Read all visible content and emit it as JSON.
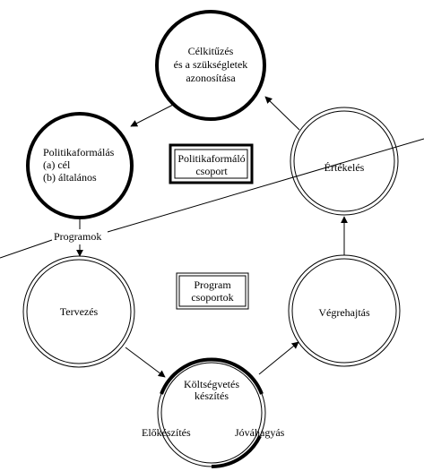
{
  "nodes": {
    "celkituzes": [
      "Célkitűzés",
      "és a szükségletek",
      "azonosítása"
    ],
    "politika": [
      "Politikaformálás",
      "(a) cél",
      "(b) általános"
    ],
    "ertekeles": "Értékelés",
    "tervezes": "Tervezés",
    "vegrehajtas": "Végrehajtás",
    "koltseg": [
      "Költségvetés",
      "készítés"
    ],
    "elokeszites": "Előkészítés",
    "jovahagyas": "Jóváhagyás"
  },
  "groups": {
    "politika_csoport": [
      "Politikaformáló",
      "csoport"
    ],
    "program_csoportok": [
      "Program",
      "csoportok"
    ]
  },
  "divider_label": "Programok"
}
